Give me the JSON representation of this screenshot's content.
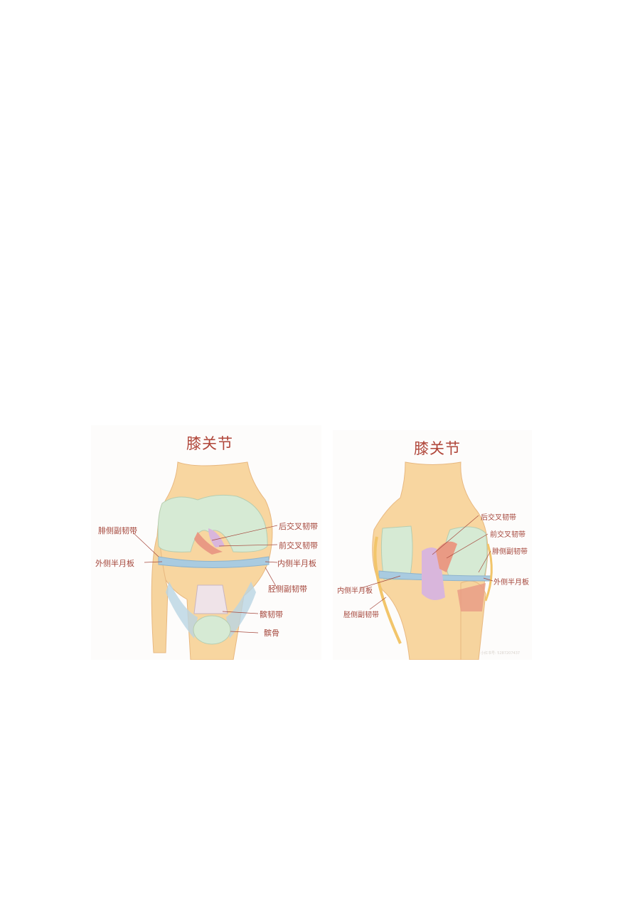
{
  "figures": [
    {
      "title": "膝关节",
      "labels": {
        "fibular_collateral": "腓侧副韧带",
        "lateral_meniscus": "外侧半月板",
        "posterior_cruciate": "后交叉韧带",
        "anterior_cruciate": "前交叉韧带",
        "medial_meniscus": "内侧半月板",
        "tibial_collateral": "胫侧副韧带",
        "patellar_ligament": "髌韧带",
        "patella": "髌骨"
      }
    },
    {
      "title": "膝关节",
      "labels": {
        "posterior_cruciate": "后交叉韧带",
        "anterior_cruciate": "前交叉韧带",
        "fibular_collateral": "腓侧副韧带",
        "lateral_meniscus": "外侧半月板",
        "medial_meniscus": "内侧半月板",
        "tibial_collateral": "胫侧副韧带"
      },
      "watermark": "小红书号: 5287207437"
    }
  ],
  "colors": {
    "bone": "#f8d6a0",
    "cartilage": "#d6ead4",
    "meniscus": "#a9cbe0",
    "ligament": "#e99a84",
    "label": "#a5473c"
  }
}
